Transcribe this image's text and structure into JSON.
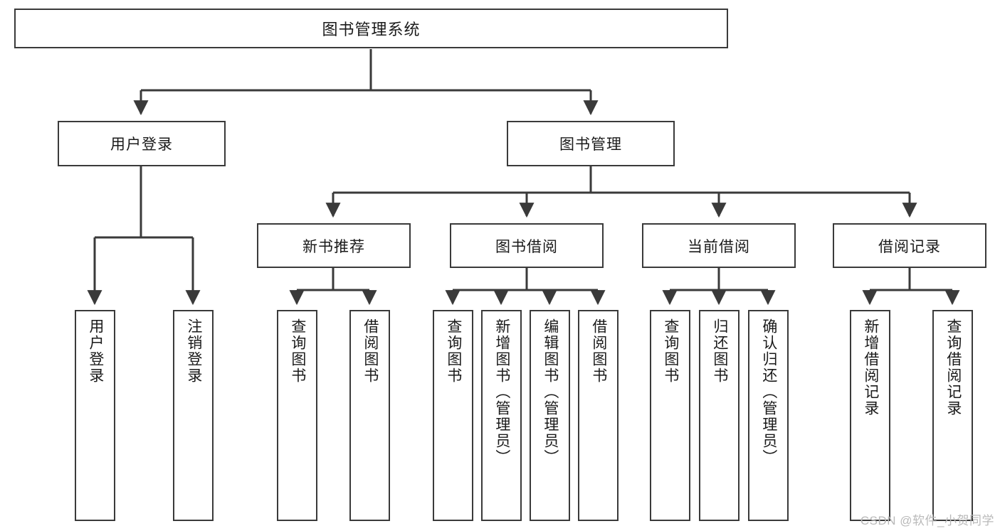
{
  "diagram": {
    "title": "图书管理系统",
    "type": "tree-hierarchy-chart",
    "watermark": "CSDN @软件_小贺同学",
    "colors": {
      "stroke": "#3a3a3a",
      "text": "#1a1a1a",
      "background": "#ffffff",
      "watermark": "#b9b9b9"
    },
    "nodes": {
      "root": {
        "label": "图书管理系统"
      },
      "level2": [
        {
          "id": "user-login",
          "label": "用户登录"
        },
        {
          "id": "book-manage",
          "label": "图书管理"
        }
      ],
      "level3": [
        {
          "id": "new-book-recommend",
          "label": "新书推荐"
        },
        {
          "id": "book-borrow",
          "label": "图书借阅"
        },
        {
          "id": "current-borrow",
          "label": "当前借阅"
        },
        {
          "id": "borrow-record",
          "label": "借阅记录"
        }
      ],
      "leaves": [
        {
          "id": "leaf-user-login",
          "label": "用户登录",
          "parent": "user-login"
        },
        {
          "id": "leaf-logout",
          "label": "注销登录",
          "parent": "user-login"
        },
        {
          "id": "leaf-query-book-1",
          "label": "查询图书",
          "parent": "new-book-recommend"
        },
        {
          "id": "leaf-borrow-book-1",
          "label": "借阅图书",
          "parent": "new-book-recommend"
        },
        {
          "id": "leaf-query-book-2",
          "label": "查询图书",
          "parent": "book-borrow"
        },
        {
          "id": "leaf-add-book",
          "label": "新增图书（管理员）",
          "parent": "book-borrow"
        },
        {
          "id": "leaf-edit-book",
          "label": "编辑图书（管理员）",
          "parent": "book-borrow"
        },
        {
          "id": "leaf-borrow-book-2",
          "label": "借阅图书",
          "parent": "book-borrow"
        },
        {
          "id": "leaf-query-book-3",
          "label": "查询图书",
          "parent": "current-borrow"
        },
        {
          "id": "leaf-return-book",
          "label": "归还图书",
          "parent": "current-borrow"
        },
        {
          "id": "leaf-confirm-return",
          "label": "确认归还（管理员）",
          "parent": "current-borrow"
        },
        {
          "id": "leaf-add-record",
          "label": "新增借阅记录",
          "parent": "borrow-record"
        },
        {
          "id": "leaf-query-record",
          "label": "查询借阅记录",
          "parent": "borrow-record"
        }
      ]
    }
  }
}
